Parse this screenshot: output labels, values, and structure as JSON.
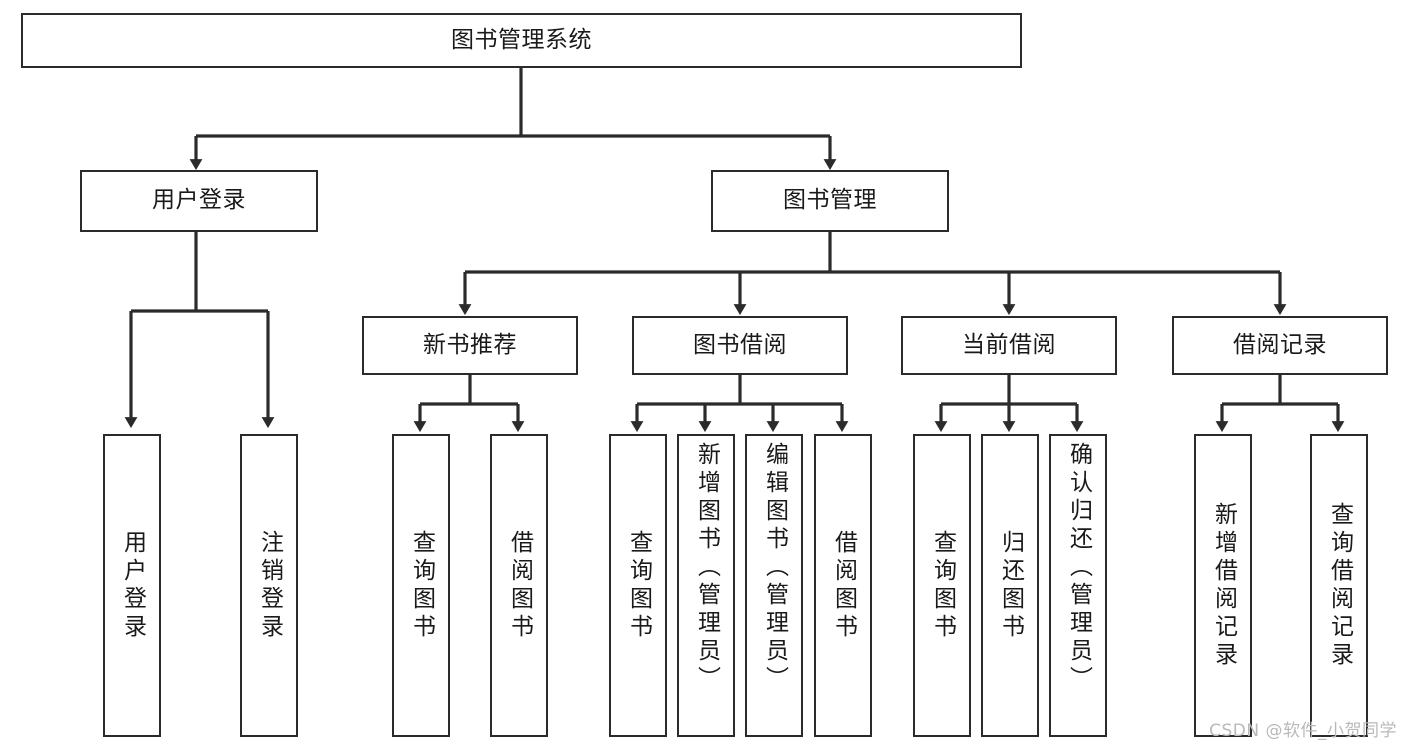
{
  "diagram": {
    "title": "图书管理系统",
    "type": "tree-hierarchy-diagram",
    "watermark": "CSDN @软件_小贺同学",
    "style": {
      "box_border_color": "#2b2b2b",
      "box_fill_color": "#ffffff",
      "connector_color": "#2b2b2b",
      "text_color": "#1a1a1a",
      "background": "#ffffff",
      "watermark_color": "#b9b9b9"
    },
    "root": {
      "id": "root",
      "label": "图书管理系统",
      "orientation": "horizontal"
    },
    "level2": [
      {
        "id": "user-login",
        "label": "用户登录",
        "orientation": "horizontal"
      },
      {
        "id": "book-management",
        "label": "图书管理",
        "orientation": "horizontal"
      }
    ],
    "level3": [
      {
        "id": "new-book-recommend",
        "label": "新书推荐",
        "orientation": "horizontal",
        "parent": "book-management"
      },
      {
        "id": "book-borrow",
        "label": "图书借阅",
        "orientation": "horizontal",
        "parent": "book-management"
      },
      {
        "id": "current-borrow",
        "label": "当前借阅",
        "orientation": "horizontal",
        "parent": "book-management"
      },
      {
        "id": "borrow-record",
        "label": "借阅记录",
        "orientation": "horizontal",
        "parent": "book-management"
      }
    ],
    "leaves": [
      {
        "id": "leaf-user-login",
        "label": "用户登录",
        "parent": "user-login"
      },
      {
        "id": "leaf-logout-login",
        "label": "注销登录",
        "parent": "user-login"
      },
      {
        "id": "leaf-query-book-recommend",
        "label": "查询图书",
        "parent": "new-book-recommend"
      },
      {
        "id": "leaf-borrow-book-recommend",
        "label": "借阅图书",
        "parent": "new-book-recommend"
      },
      {
        "id": "leaf-query-book-borrow",
        "label": "查询图书",
        "parent": "book-borrow"
      },
      {
        "id": "leaf-add-book-admin",
        "label": "新增图书（管理员）",
        "parent": "book-borrow"
      },
      {
        "id": "leaf-edit-book-admin",
        "label": "编辑图书（管理员）",
        "parent": "book-borrow"
      },
      {
        "id": "leaf-borrow-book",
        "label": "借阅图书",
        "parent": "book-borrow"
      },
      {
        "id": "leaf-query-book-current",
        "label": "查询图书",
        "parent": "current-borrow"
      },
      {
        "id": "leaf-return-book",
        "label": "归还图书",
        "parent": "current-borrow"
      },
      {
        "id": "leaf-confirm-return-admin",
        "label": "确认归还（管理员）",
        "parent": "current-borrow"
      },
      {
        "id": "leaf-add-borrow-record",
        "label": "新增借阅记录",
        "parent": "borrow-record"
      },
      {
        "id": "leaf-query-borrow-record",
        "label": "查询借阅记录",
        "parent": "borrow-record"
      }
    ]
  }
}
